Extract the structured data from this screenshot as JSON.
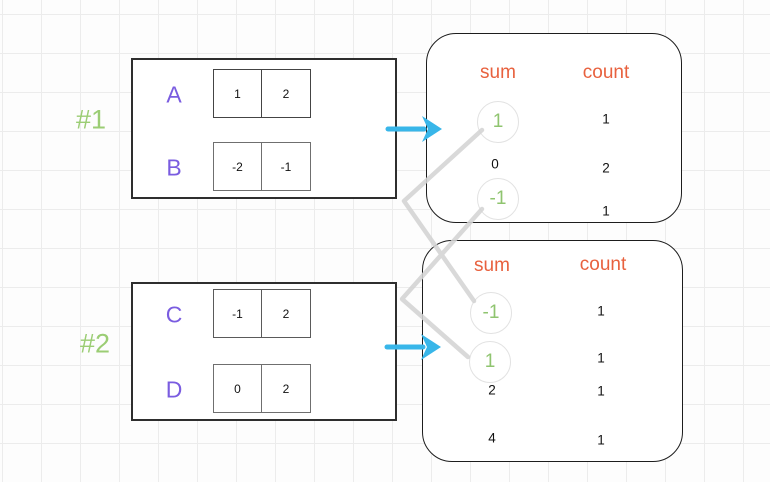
{
  "groups": [
    {
      "label": "#1",
      "rows": [
        {
          "name": "A",
          "cells": [
            "1",
            "2"
          ]
        },
        {
          "name": "B",
          "cells": [
            "-2",
            "-1"
          ]
        }
      ]
    },
    {
      "label": "#2",
      "rows": [
        {
          "name": "C",
          "cells": [
            "-1",
            "2"
          ]
        },
        {
          "name": "D",
          "cells": [
            "0",
            "2"
          ]
        }
      ]
    }
  ],
  "tables": [
    {
      "sum_header": "sum",
      "count_header": "count",
      "rows": [
        {
          "sum": "1",
          "count": "1",
          "highlighted": true
        },
        {
          "sum": "0",
          "count": "2",
          "highlighted": false
        },
        {
          "sum": "-1",
          "count": "1",
          "highlighted": true
        }
      ]
    },
    {
      "sum_header": "sum",
      "count_header": "count",
      "rows": [
        {
          "sum": "-1",
          "count": "1",
          "highlighted": true
        },
        {
          "sum": "1",
          "count": "1",
          "highlighted": true
        },
        {
          "sum": "2",
          "count": "1",
          "highlighted": false
        },
        {
          "sum": "4",
          "count": "1",
          "highlighted": false
        }
      ]
    }
  ],
  "connections": [
    {
      "from": "table1.sum.1",
      "to": "table2.sum.-1"
    },
    {
      "from": "table1.sum.-1",
      "to": "table2.sum.1"
    }
  ],
  "colors": {
    "group_label_green": "#9bcd74",
    "array_letter_purple": "#7a5ce0",
    "header_orange": "#e8613e",
    "highlight_green": "#8fc46f",
    "arrow_cyan": "#38b6e9",
    "connector_gray": "#d4d4d4",
    "grid_line": "#ececec"
  }
}
